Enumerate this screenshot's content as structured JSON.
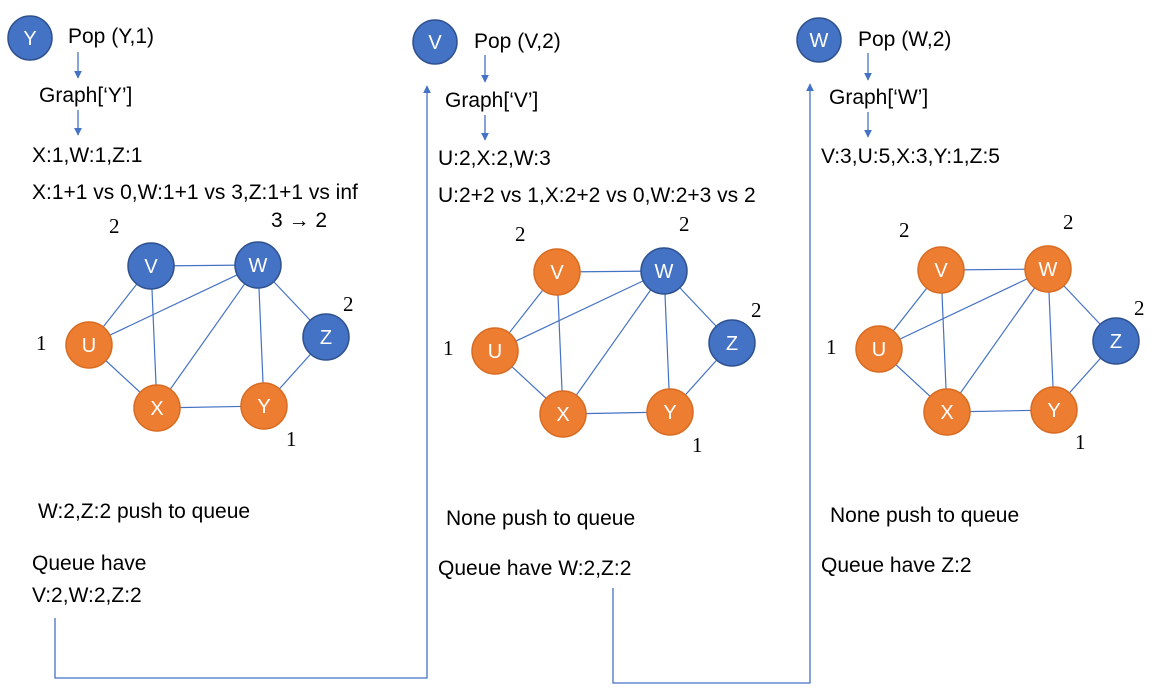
{
  "colors": {
    "blue": "#4472c4",
    "orange": "#ed7d31",
    "arrow": "#4472c4",
    "edge": "#4472c4"
  },
  "panels": [
    {
      "pop_node": "Y",
      "pop_label": "Pop (Y,1)",
      "graph_label": "Graph[‘Y’]",
      "neighbors": "X:1,W:1,Z:1",
      "compare": "X:1+1 vs 0,W:1+1 vs 3,Z:1+1 vs inf",
      "update": "3 → 2",
      "weights": {
        "V": "2",
        "Z": "2",
        "U": "1",
        "Y": "1"
      },
      "push": "W:2,Z:2 push to queue",
      "queue_line1": "Queue have",
      "queue_line2": "V:2,W:2,Z:2"
    },
    {
      "pop_node": "V",
      "pop_label": "Pop (V,2)",
      "graph_label": "Graph[‘V’]",
      "neighbors": "U:2,X:2,W:3",
      "compare": "U:2+2 vs 1,X:2+2 vs 0,W:2+3 vs 2",
      "weights": {
        "V": "2",
        "W": "2",
        "Z": "2",
        "U": "1",
        "Y": "1"
      },
      "push": "None push to queue",
      "queue_line1": "Queue have W:2,Z:2"
    },
    {
      "pop_node": "W",
      "pop_label": "Pop (W,2)",
      "graph_label": "Graph[‘W’]",
      "neighbors": "V:3,U:5,X:3,Y:1,Z:5",
      "weights": {
        "V": "2",
        "W": "2",
        "Z": "2",
        "U": "1",
        "Y": "1"
      },
      "push": "None push to queue",
      "queue_line1": "Queue have Z:2"
    }
  ],
  "graphs": [
    {
      "nodes": {
        "V": "blue",
        "W": "blue",
        "Z": "blue",
        "U": "orange",
        "X": "orange",
        "Y": "orange"
      }
    },
    {
      "nodes": {
        "V": "orange",
        "W": "blue",
        "Z": "blue",
        "U": "orange",
        "X": "orange",
        "Y": "orange"
      }
    },
    {
      "nodes": {
        "V": "orange",
        "W": "orange",
        "Z": "blue",
        "U": "orange",
        "X": "orange",
        "Y": "orange"
      }
    }
  ],
  "edges": [
    [
      "V",
      "W"
    ],
    [
      "V",
      "U"
    ],
    [
      "V",
      "X"
    ],
    [
      "W",
      "U"
    ],
    [
      "W",
      "X"
    ],
    [
      "W",
      "Y"
    ],
    [
      "W",
      "Z"
    ],
    [
      "U",
      "X"
    ],
    [
      "X",
      "Y"
    ],
    [
      "Y",
      "Z"
    ]
  ]
}
